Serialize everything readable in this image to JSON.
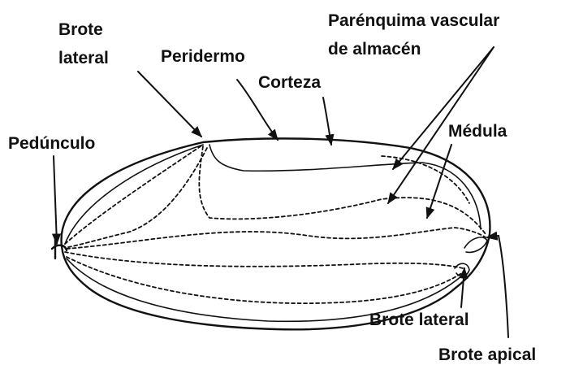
{
  "labels": {
    "brote_lateral_top": [
      "Brote",
      "lateral"
    ],
    "peridermo": "Peridermo",
    "corteza": "Corteza",
    "parenquima": [
      "Parénquima vascular",
      "de almacén"
    ],
    "medula": "Médula",
    "pedunculo": "Pedúnculo",
    "brote_lateral_bottom": "Brote lateral",
    "brote_apical": "Brote apical"
  }
}
